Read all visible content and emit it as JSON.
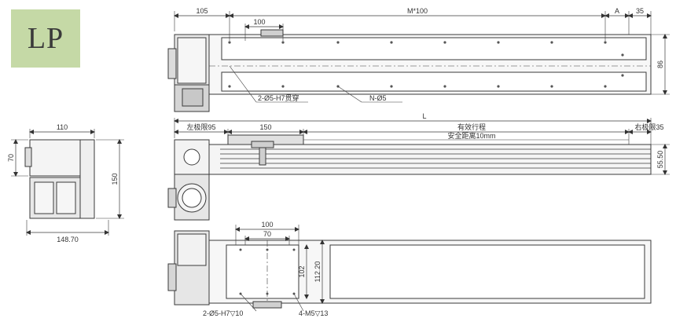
{
  "badge": {
    "label": "LP",
    "color": "#c5d9a6"
  },
  "top_view": {
    "dim_motor": "105",
    "dim_pitch": "M*100",
    "dim_a": "A",
    "dim_end": "35",
    "dim_carriage": "100",
    "dim_height": "86",
    "callout_holes": "2-Ø5-H7贯穿",
    "callout_n": "N-Ø5"
  },
  "side_view": {
    "dim_total": "L",
    "dim_left_limit": "左极限95",
    "dim_carriage": "150",
    "dim_stroke": "有效行程",
    "dim_safe": "安全距离10mm",
    "dim_right_limit": "右极限35",
    "dim_height": "55.50"
  },
  "end_view": {
    "dim_width_top": "110",
    "dim_height_small": "70",
    "dim_height_total": "150",
    "dim_width_bottom": "148.70"
  },
  "bottom_view": {
    "dim_outer": "100",
    "dim_inner": "70",
    "dim_height_inner": "102",
    "dim_height_outer": "112.20",
    "callout_holes": "2-Ø5-H7▽10",
    "callout_m": "4-M5▽13"
  },
  "colors": {
    "line": "#3a3a3a",
    "fill_light": "#f2f2f2",
    "fill_mid": "#d8d8d8",
    "fill_dark": "#9a9a9a"
  }
}
